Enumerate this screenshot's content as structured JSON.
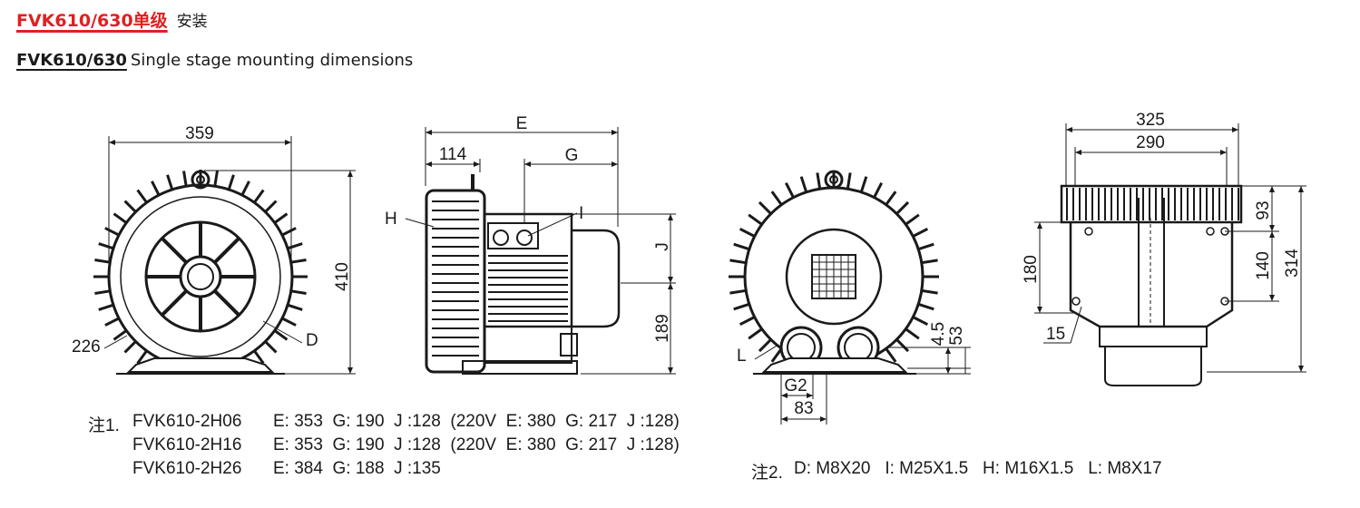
{
  "header": {
    "model_cn": "FVK610/630单级",
    "title_cn": "安装",
    "model_en": "FVK610/630",
    "title_en": "Single stage mounting dimensions"
  },
  "dimensions": {
    "front_width": "359",
    "front_height": "410",
    "front_radius": "226",
    "front_d": "D",
    "side_e": "E",
    "side_114": "114",
    "side_g": "G",
    "side_h": "H",
    "side_i": "I",
    "side_j": "J",
    "side_189": "189",
    "rear_l": "L",
    "rear_g2": "G2",
    "rear_83": "83",
    "rear_45": "4.5",
    "rear_53": "53",
    "top_325": "325",
    "top_290": "290",
    "top_93": "93",
    "top_180": "180",
    "top_140": "140",
    "top_314": "314",
    "top_15": "15"
  },
  "notes": {
    "note1_prefix": "注1.",
    "rows": [
      {
        "model": "FVK610-2H06",
        "spec": "E: 353  G: 190  J :128  (220V  E: 380  G: 217  J :128)"
      },
      {
        "model": "FVK610-2H16",
        "spec": "E: 353  G: 190  J :128  (220V  E: 380  G: 217  J :128)"
      },
      {
        "model": "FVK610-2H26",
        "spec": "E: 384  G: 188  J :135"
      }
    ],
    "note2_prefix": "注2.",
    "note2_text": "D: M8X20   I: M25X1.5   H: M16X1.5   L: M8X17"
  }
}
